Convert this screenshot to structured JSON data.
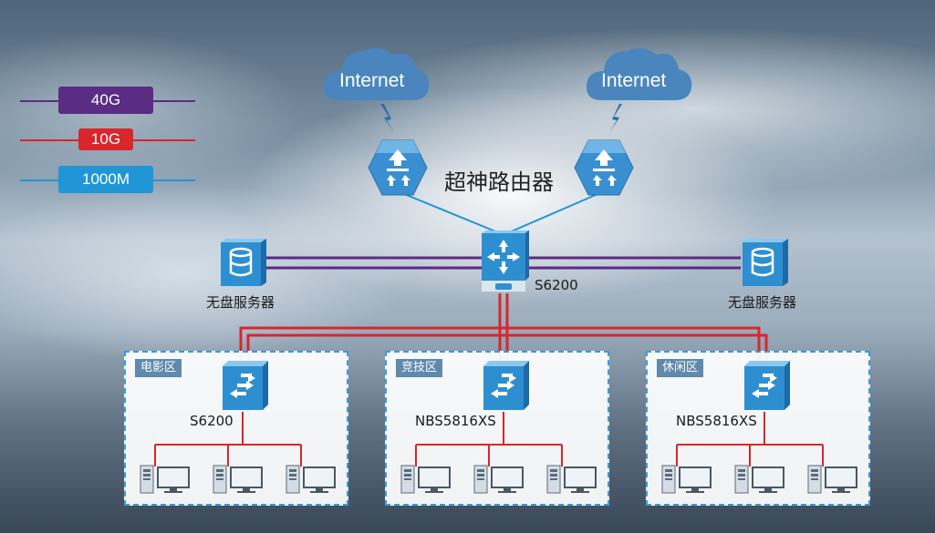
{
  "legend": [
    {
      "label": "40G",
      "color": "#5b2c83"
    },
    {
      "label": "10G",
      "color": "#d9262b"
    },
    {
      "label": "1000M",
      "color": "#2196d6"
    }
  ],
  "internet": [
    "Internet",
    "Internet"
  ],
  "router_label": "超神路由器",
  "core_switch": {
    "label": "S6200"
  },
  "servers": [
    "无盘服务器",
    "无盘服务器"
  ],
  "zones": [
    {
      "tag": "电影区",
      "switch": "S6200",
      "pcs": 3
    },
    {
      "tag": "竞技区",
      "switch": "NBS5816XS",
      "pcs": 3
    },
    {
      "tag": "休闲区",
      "switch": "NBS5816XS",
      "pcs": 3
    }
  ],
  "colors": {
    "link_40g": "#5b2c83",
    "link_10g": "#d9262b",
    "link_1000m": "#2196d6",
    "device_blue": "#2e8fd0",
    "zone_border": "#3a9bd6"
  }
}
